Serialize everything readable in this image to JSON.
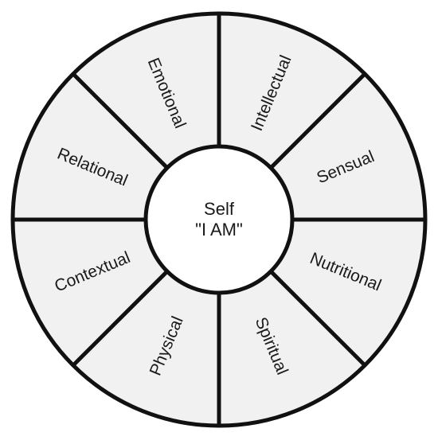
{
  "center": {
    "title": "Self",
    "subtitle": "\"I AM\""
  },
  "segments": [
    "Intellectual",
    "Sensual",
    "Nutritional",
    "Spiritual",
    "Physical",
    "Contextual",
    "Relational",
    "Emotional"
  ],
  "colors": {
    "segment_fill": "#f1f1f1",
    "center_fill": "#ffffff",
    "stroke": "#111111",
    "text": "#1a1a1a"
  }
}
